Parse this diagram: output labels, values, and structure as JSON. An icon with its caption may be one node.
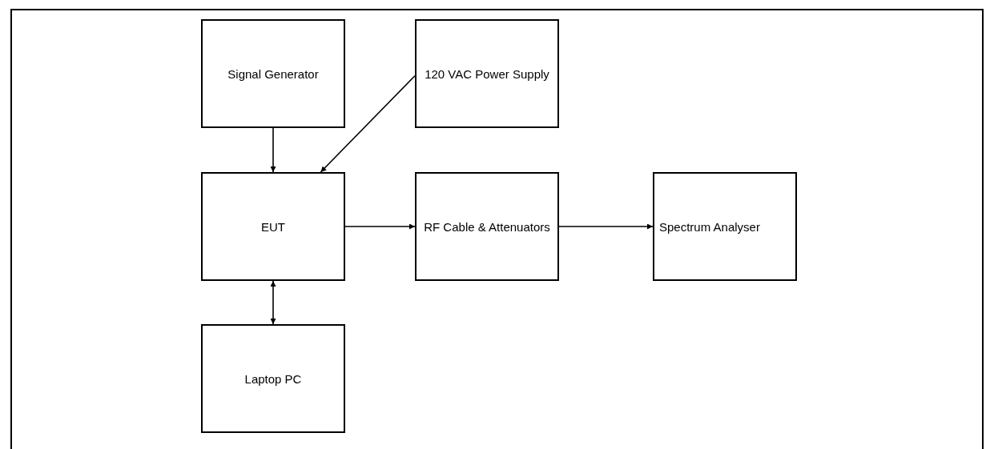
{
  "diagram": {
    "nodes": [
      {
        "text": [
          "Signal Generator"
        ]
      },
      {
        "text": [
          "120 VAC Power Supply"
        ]
      },
      {
        "text": [
          "EUT"
        ]
      },
      {
        "text": [
          "RF Cable & Attenuators"
        ]
      },
      {
        "text": [
          "Spectrum Analyser"
        ]
      },
      {
        "text": [
          "Laptop PC"
        ]
      }
    ],
    "edges": [
      {
        "from": 0,
        "to": 2,
        "arrow": "to"
      },
      {
        "from": 1,
        "to": 2,
        "arrow": "to"
      },
      {
        "from": 2,
        "to": 3,
        "arrow": "to"
      },
      {
        "from": 3,
        "to": 4,
        "arrow": "to"
      },
      {
        "from": 2,
        "to": 5,
        "arrow": "both"
      }
    ]
  }
}
